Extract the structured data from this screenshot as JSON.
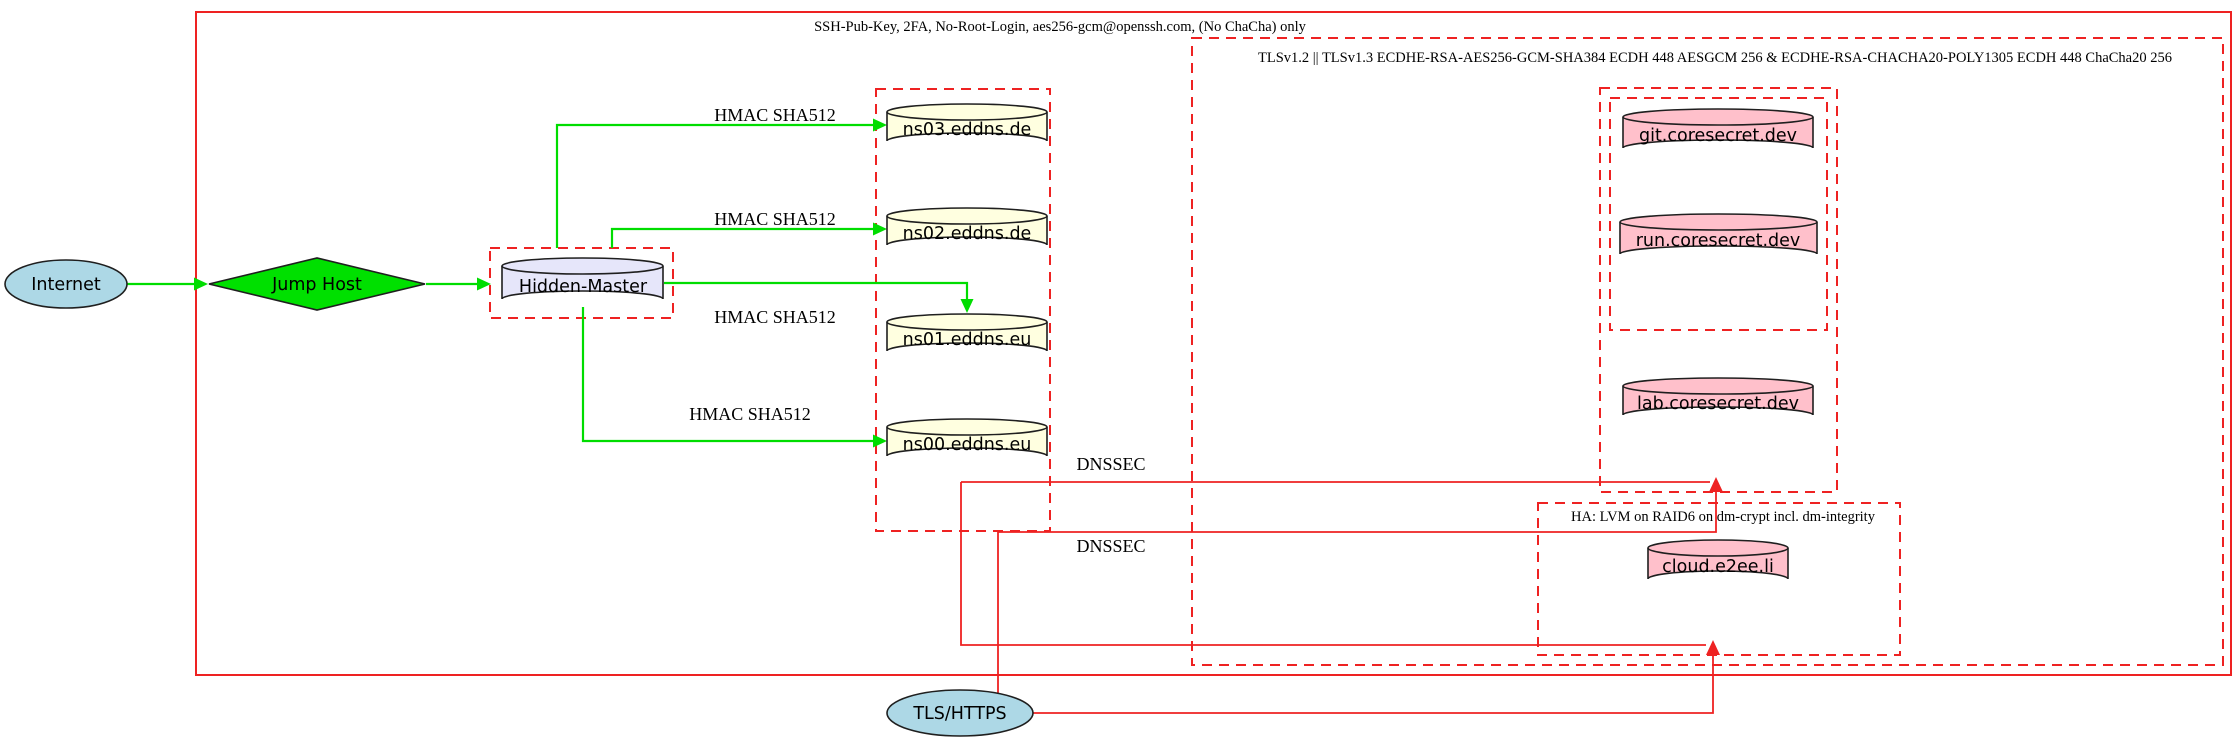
{
  "colors": {
    "edge_green": "#00dd00",
    "edge_red": "#ee2222",
    "node_outline": "#1f1f1f",
    "lightblue": "#add8e6",
    "green_fill": "#00e000",
    "lavender": "#e6e6fa",
    "lightyellow": "#ffffe0",
    "pink": "#ffc0cb",
    "background": "#ffffff"
  },
  "clusters": {
    "ssh": {
      "label": "SSH-Pub-Key, 2FA, No-Root-Login, aes256-gcm@openssh.com, (No ChaCha) only"
    },
    "tls": {
      "label": "TLSv1.2 || TLSv1.3 ECDHE-RSA-AES256-GCM-SHA384 ECDH 448 AESGCM 256 & ECDHE-RSA-CHACHA20-POLY1305 ECDH 448 ChaCha20 256"
    },
    "ha": {
      "label": "HA: LVM on RAID6 on dm-crypt incl. dm-integrity"
    }
  },
  "nodes": {
    "internet": {
      "label": "Internet"
    },
    "jump_host": {
      "label": "Jump Host"
    },
    "hidden_master": {
      "label": "Hidden-Master"
    },
    "ns03": {
      "label": "ns03.eddns.de"
    },
    "ns02": {
      "label": "ns02.eddns.de"
    },
    "ns01": {
      "label": "ns01.eddns.eu"
    },
    "ns00": {
      "label": "ns00.eddns.eu"
    },
    "git": {
      "label": "git.coresecret.dev"
    },
    "run": {
      "label": "run.coresecret.dev"
    },
    "lab": {
      "label": "lab.coresecret.dev"
    },
    "cloud": {
      "label": "cloud.e2ee.li"
    },
    "tls_https": {
      "label": "TLS/HTTPS"
    }
  },
  "edges": {
    "hmac_label": "HMAC SHA512",
    "dnssec_label": "DNSSEC"
  }
}
